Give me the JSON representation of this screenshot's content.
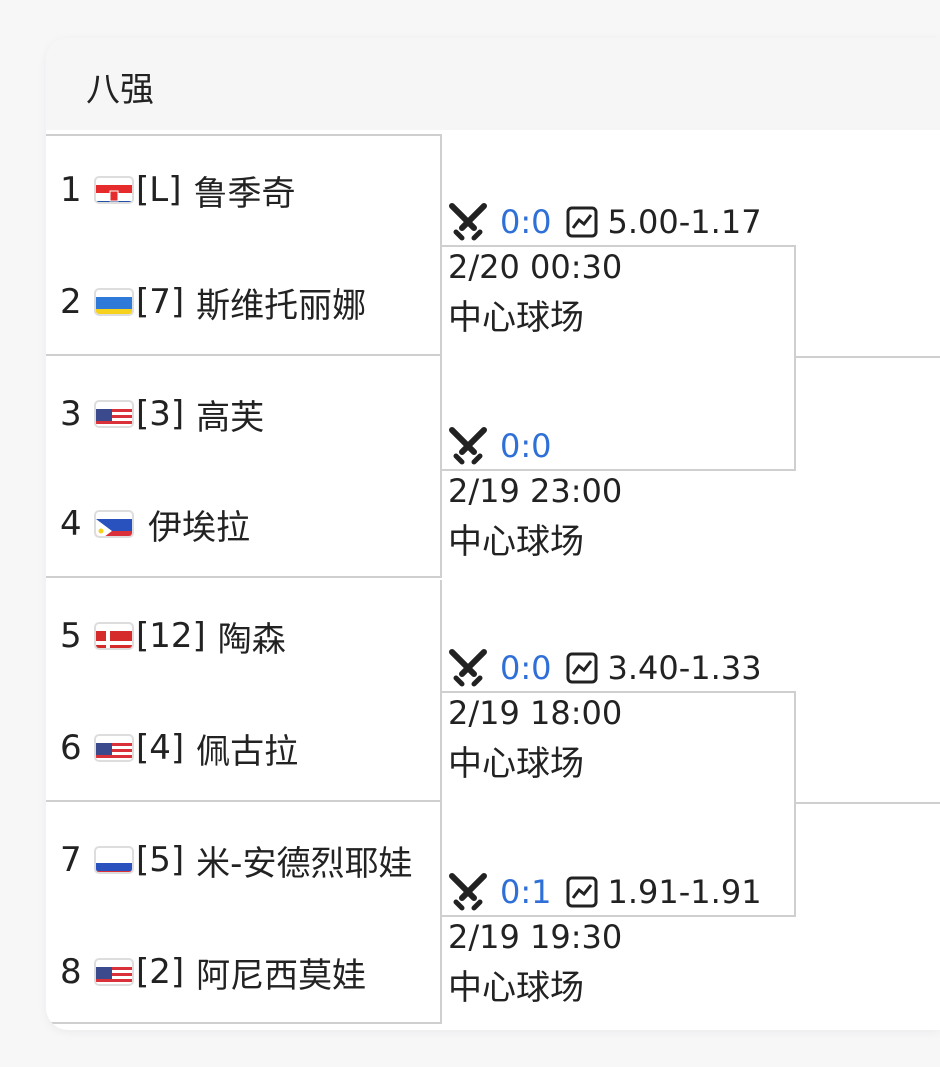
{
  "round": {
    "title": "八强"
  },
  "players": [
    {
      "seed": "1",
      "tag": "[L]",
      "name": "鲁季奇",
      "flag": "croatia-flag"
    },
    {
      "seed": "2",
      "tag": "[7]",
      "name": "斯维托丽娜",
      "flag": "ukraine-flag"
    },
    {
      "seed": "3",
      "tag": "[3]",
      "name": "高芙",
      "flag": "usa-flag"
    },
    {
      "seed": "4",
      "tag": "",
      "name": "伊埃拉",
      "flag": "philippines-flag"
    },
    {
      "seed": "5",
      "tag": "[12]",
      "name": "陶森",
      "flag": "denmark-flag"
    },
    {
      "seed": "6",
      "tag": "[4]",
      "name": "佩古拉",
      "flag": "usa-flag"
    },
    {
      "seed": "7",
      "tag": "[5]",
      "name": "米-安德烈耶娃",
      "flag": "russia-flag"
    },
    {
      "seed": "8",
      "tag": "[2]",
      "name": "阿尼西莫娃",
      "flag": "usa-flag"
    }
  ],
  "matches": [
    {
      "score": "0:0",
      "odds": "5.00-1.17",
      "time": "2/20 00:30",
      "venue": "中心球场"
    },
    {
      "score": "0:0",
      "odds": "",
      "time": "2/19 23:00",
      "venue": "中心球场"
    },
    {
      "score": "0:0",
      "odds": "3.40-1.33",
      "time": "2/19 18:00",
      "venue": "中心球场"
    },
    {
      "score": "0:1",
      "odds": "1.91-1.91",
      "time": "2/19 19:30",
      "venue": "中心球场"
    }
  ],
  "colors": {
    "score": "#2f6fd8",
    "border": "#cfcfcf",
    "header_bg": "#f6f6f6"
  }
}
